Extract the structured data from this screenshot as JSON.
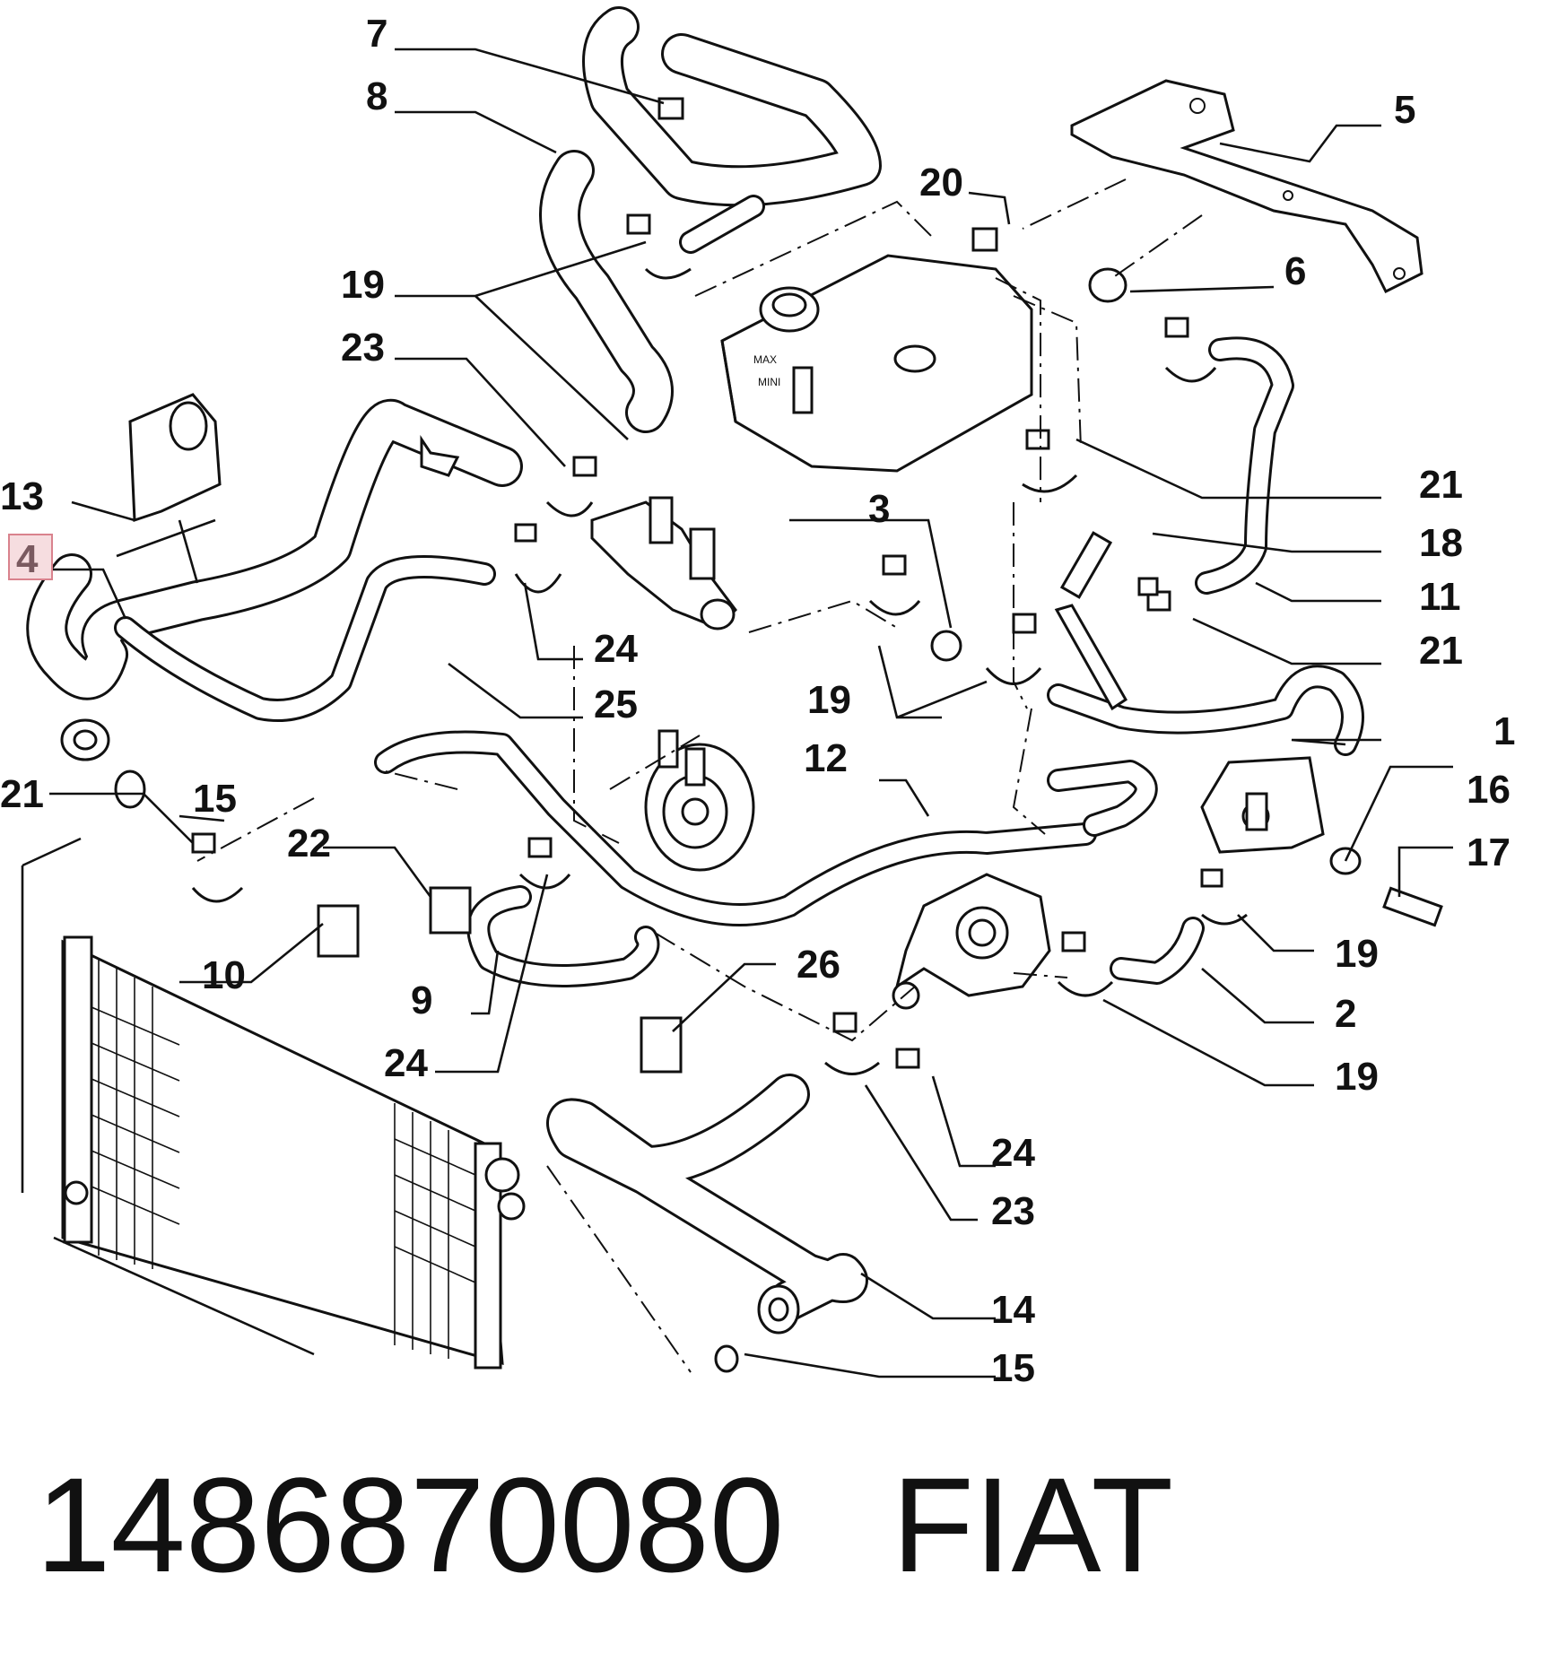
{
  "caption": {
    "part_number": "1486870080",
    "brand": "FIAT"
  },
  "callouts": {
    "c1": "1",
    "c2": "2",
    "c3": "3",
    "c4": "4",
    "c5": "5",
    "c6": "6",
    "c7": "7",
    "c8": "8",
    "c9": "9",
    "c10": "10",
    "c11": "11",
    "c12": "12",
    "c13": "13",
    "c14": "14",
    "c15a": "15",
    "c15b": "15",
    "c16": "16",
    "c17": "17",
    "c18": "18",
    "c19a": "19",
    "c19b": "19",
    "c19c": "19",
    "c19d": "19",
    "c20": "20",
    "c21a": "21",
    "c21b": "21",
    "c21c": "21",
    "c22": "22",
    "c23a": "23",
    "c23b": "23",
    "c24a": "24",
    "c24b": "24",
    "c24c": "24",
    "c25": "25",
    "c26": "26"
  },
  "tank_markings": {
    "max": "MAX",
    "min": "MINI"
  },
  "highlight": {
    "part": "4",
    "color": "#d9828d"
  }
}
